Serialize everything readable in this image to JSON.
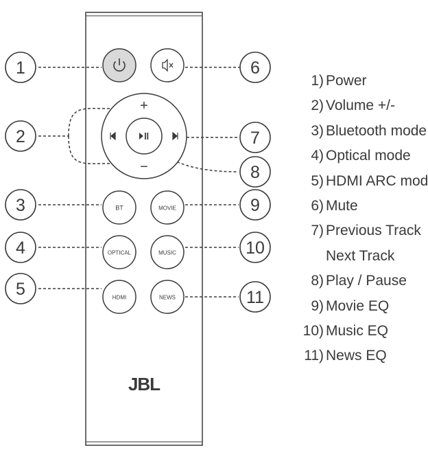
{
  "remote": {
    "brand": "JBL",
    "buttons": {
      "bt": "BT",
      "movie": "MOVIE",
      "optical": "OPTICAL",
      "music": "MUSIC",
      "hdmi": "HDMI",
      "news": "NEWS"
    },
    "volume_plus": "+",
    "volume_minus": "−"
  },
  "callouts": [
    "1",
    "2",
    "3",
    "4",
    "5",
    "6",
    "7",
    "8",
    "9",
    "10",
    "11"
  ],
  "legend": [
    {
      "num": "1)",
      "text": "Power"
    },
    {
      "num": "2)",
      "text": "Volume +/-"
    },
    {
      "num": "3)",
      "text": "Bluetooth mode"
    },
    {
      "num": "4)",
      "text": "Optical mode"
    },
    {
      "num": "5)",
      "text": "HDMI ARC mode"
    },
    {
      "num": "6)",
      "text": "Mute"
    },
    {
      "num": "7)",
      "text": "Previous Track"
    },
    {
      "num": "",
      "text": "Next Track"
    },
    {
      "num": "8)",
      "text": "Play / Pause"
    },
    {
      "num": "9)",
      "text": "Movie EQ"
    },
    {
      "num": "10)",
      "text": "Music EQ"
    },
    {
      "num": "11)",
      "text": "News EQ"
    }
  ],
  "colors": {
    "stroke": "#3a3a3a",
    "power_fill": "#d9d9d9"
  }
}
